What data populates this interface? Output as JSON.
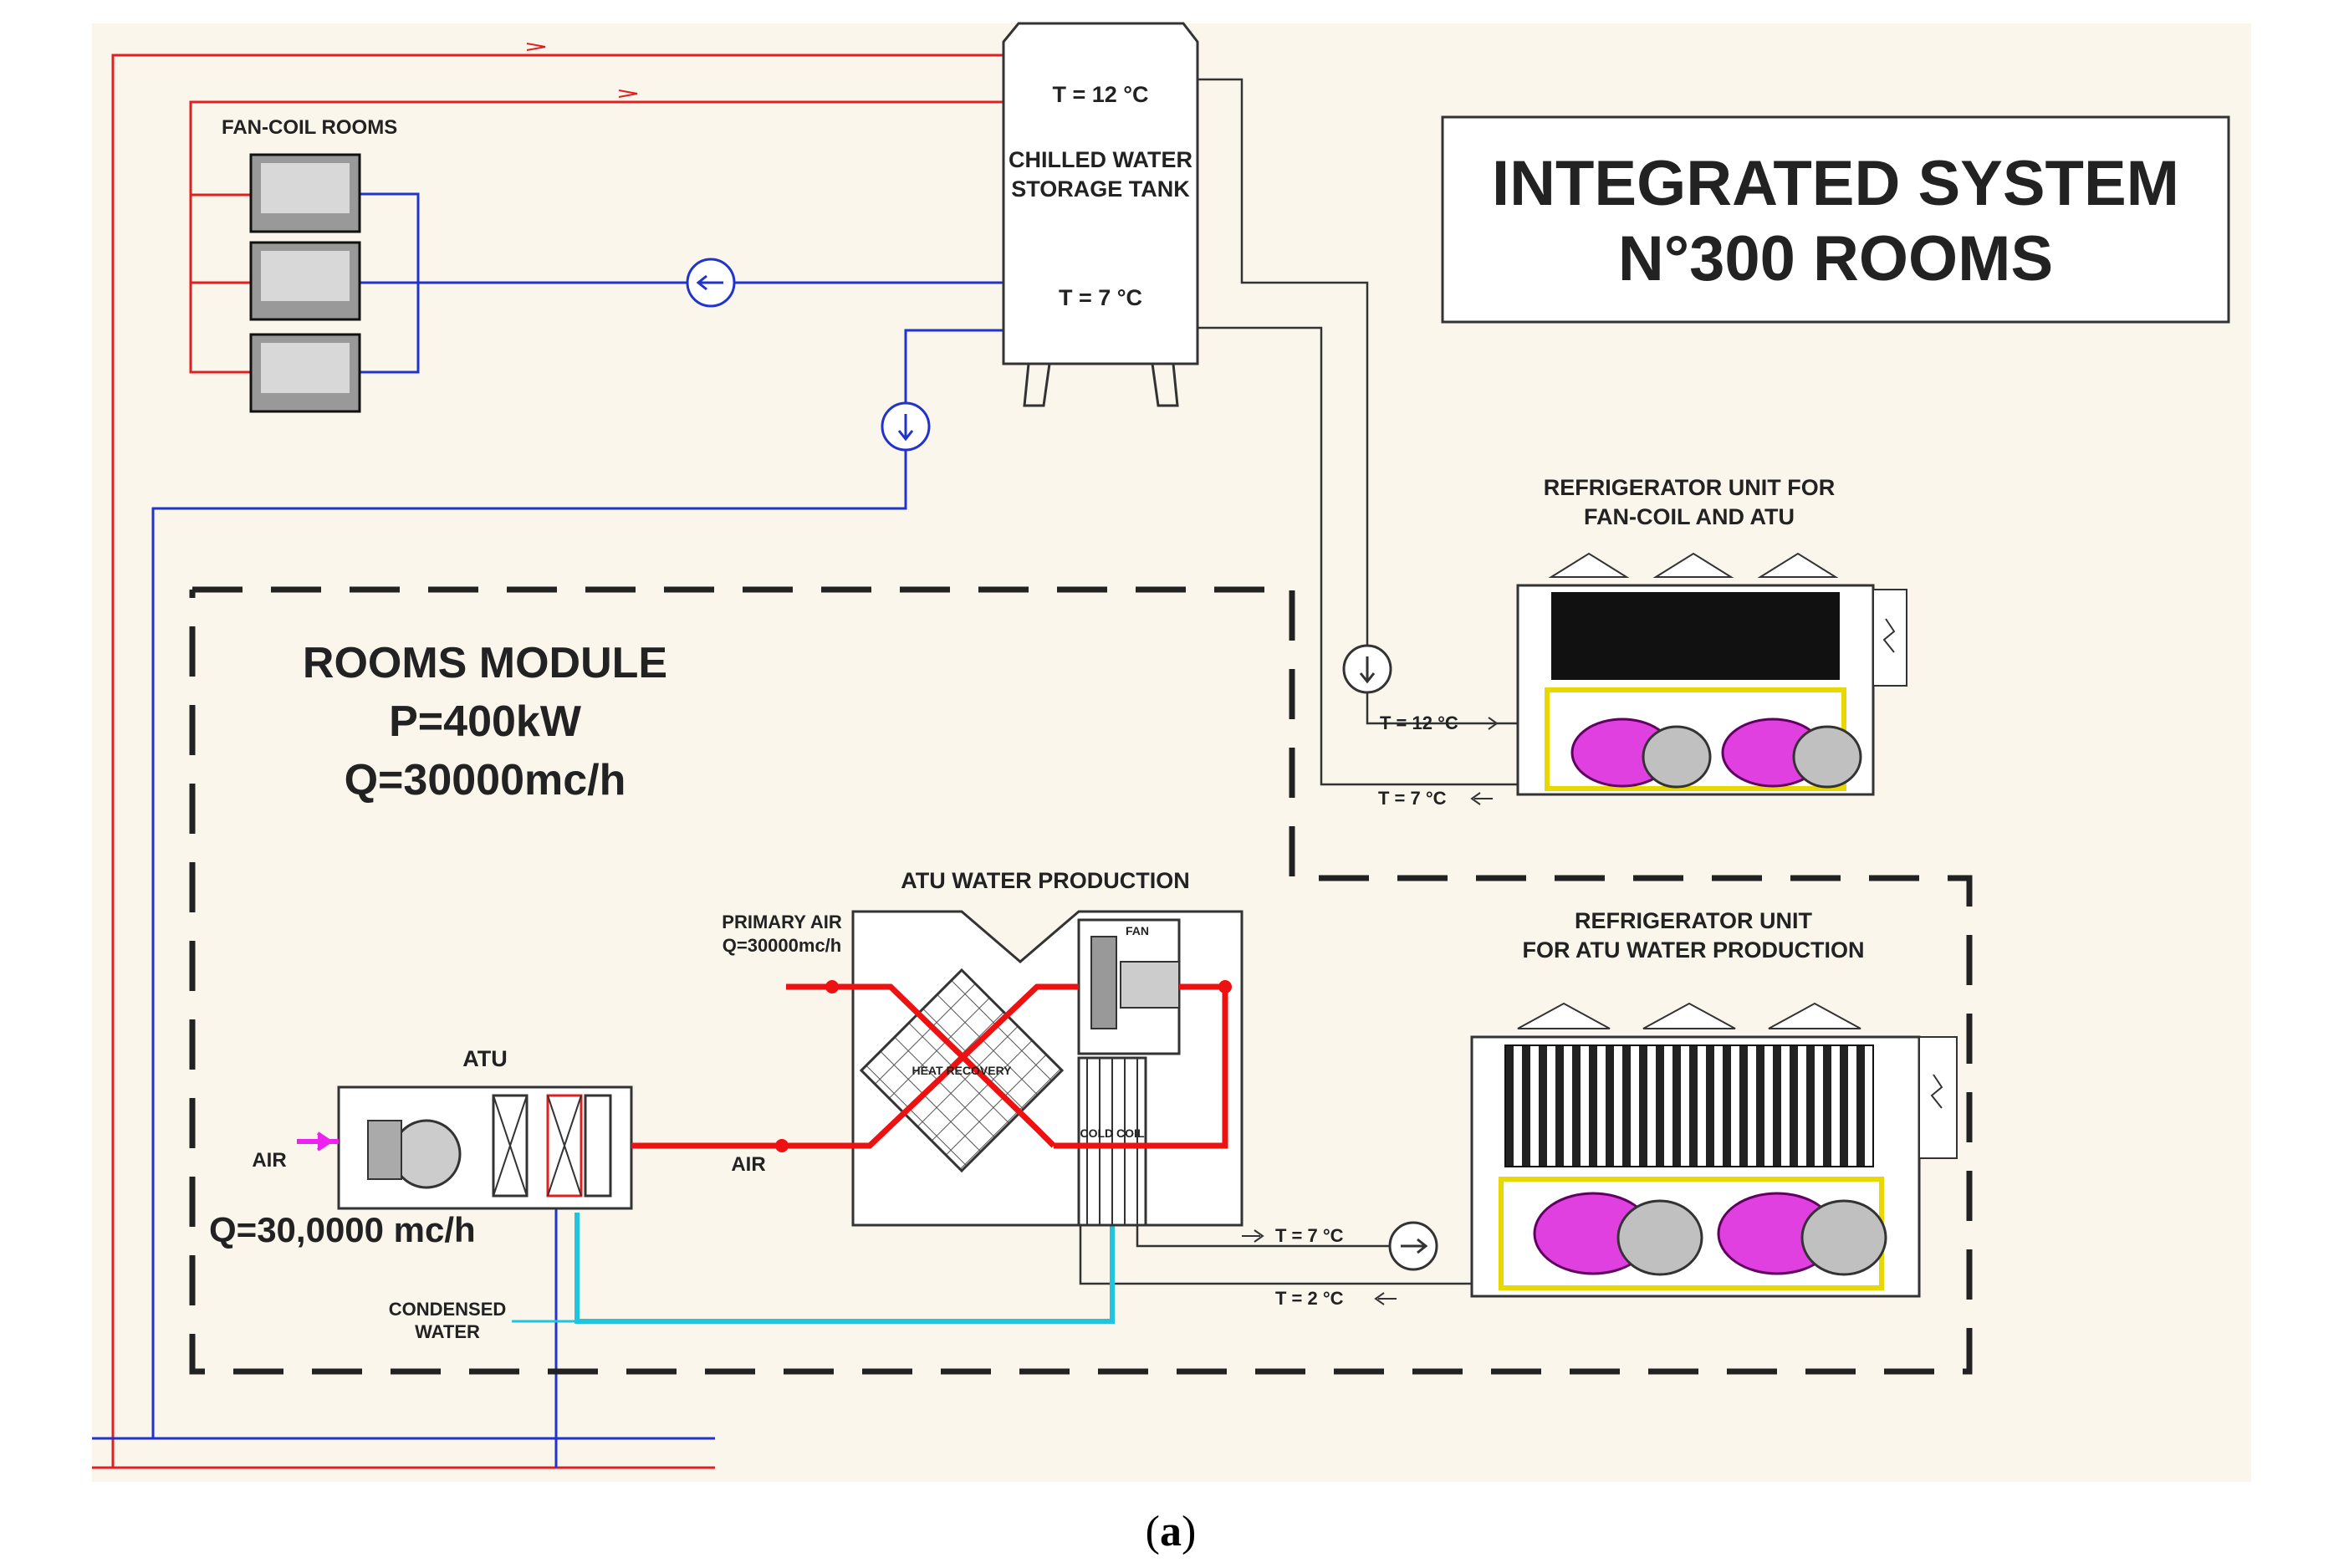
{
  "title": {
    "line1": "INTEGRATED SYSTEM",
    "line2": "N°300 ROOMS"
  },
  "tank": {
    "top_temp": "T = 12 °C",
    "label_line1": "CHILLED WATER",
    "label_line2": "STORAGE TANK",
    "bottom_temp": "T = 7 °C"
  },
  "fancoil": {
    "label": "FAN-COIL ROOMS"
  },
  "rooms_module": {
    "line1": "ROOMS MODULE",
    "line2": "P=400kW",
    "line3": "Q=30000mc/h"
  },
  "refrigerator_1": {
    "label_line1": "REFRIGERATOR UNIT FOR",
    "label_line2": "FAN-COIL AND ATU",
    "temp_in": "T = 12 °C",
    "temp_out": "T = 7 °C"
  },
  "refrigerator_2": {
    "label_line1": "REFRIGERATOR UNIT",
    "label_line2": "FOR ATU WATER PRODUCTION",
    "temp_in": "T = 7 °C",
    "temp_out": "T = 2 °C"
  },
  "atu_water": {
    "label": "ATU WATER PRODUCTION",
    "primary_air_line1": "PRIMARY AIR",
    "primary_air_line2": "Q=30000mc/h",
    "fan": "FAN",
    "recovery": "HEAT RECOVERY",
    "coil": "COLD COIL"
  },
  "atu": {
    "label": "ATU",
    "air_in": "AIR",
    "air_out": "AIR",
    "flow": "Q=30,0000 mc/h"
  },
  "condensed": {
    "line1": "CONDENSED",
    "line2": "WATER"
  },
  "caption": {
    "prefix": "(",
    "letter": "a",
    "suffix": ")"
  },
  "colors": {
    "supply_pipe": "#e02020",
    "return_pipe": "#2233cc",
    "condensate_pipe": "#22c4dd",
    "air_flow": "#ee1111",
    "background": "#faf6ec"
  }
}
